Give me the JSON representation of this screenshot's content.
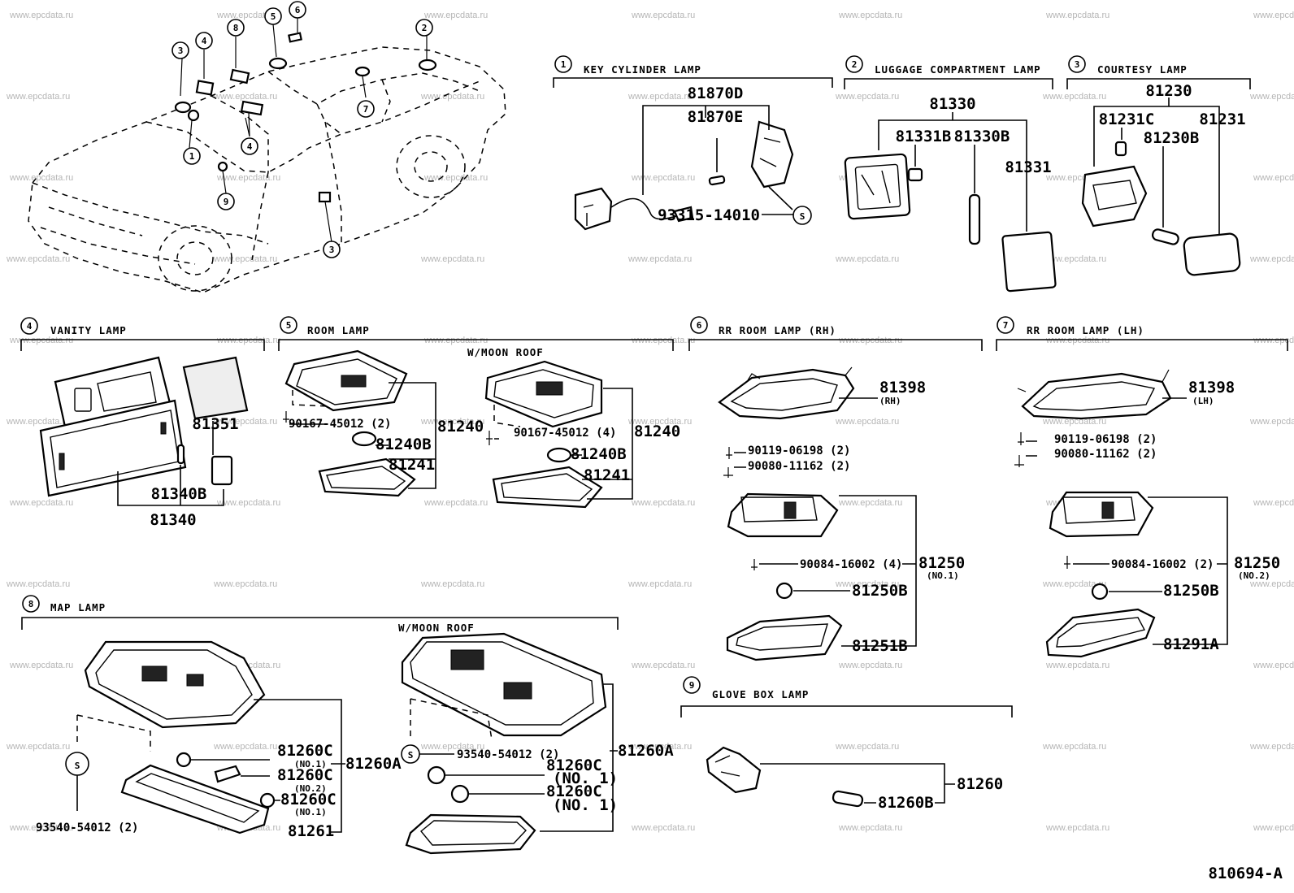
{
  "watermark": "www.epcdata.ru",
  "drawing_number": "810694-A",
  "car_callouts": [
    "1",
    "2",
    "3",
    "4",
    "5",
    "6",
    "7",
    "8",
    "9"
  ],
  "sections": {
    "s1": {
      "num": "1",
      "title": "KEY CYLINDER LAMP",
      "parts": [
        "81870D",
        "81870E",
        "93315-14010"
      ],
      "symbol": "S"
    },
    "s2": {
      "num": "2",
      "title": "LUGGAGE COMPARTMENT LAMP",
      "parts": [
        "81330",
        "81331B",
        "81330B",
        "81331"
      ]
    },
    "s3": {
      "num": "3",
      "title": "COURTESY LAMP",
      "parts": [
        "81230",
        "81231C",
        "81230B",
        "81231"
      ]
    },
    "s4": {
      "num": "4",
      "title": "VANITY LAMP",
      "parts": [
        "81351",
        "81340B",
        "81340"
      ]
    },
    "s5": {
      "num": "5",
      "title": "ROOM LAMP",
      "variant": "W/MOON ROOF",
      "parts": [
        "90167-45012 (2)",
        "81240",
        "81240B",
        "81241",
        "90167-45012 (4)",
        "81240",
        "81240B",
        "81241"
      ]
    },
    "s6": {
      "num": "6",
      "title": "RR ROOM LAMP  (RH)",
      "parts": [
        "81398",
        "(RH)",
        "90119-06198 (2)",
        "90080-11162 (2)",
        "90084-16002 (4)",
        "81250",
        "(NO.1)",
        "81250B",
        "81251B"
      ]
    },
    "s7": {
      "num": "7",
      "title": "RR ROOM LAMP  (LH)",
      "parts": [
        "81398",
        "(LH)",
        "90119-06198 (2)",
        "90080-11162 (2)",
        "90084-16002 (2)",
        "81250",
        "(NO.2)",
        "81250B",
        "81291A"
      ]
    },
    "s8": {
      "num": "8",
      "title": "MAP LAMP",
      "variant": "W/MOON ROOF",
      "symbol": "S",
      "parts": [
        "81260C",
        "(NO.1)",
        "81260C",
        "(NO.2)",
        "81260C",
        "(NO.1)",
        "81260A",
        "81261",
        "93540-54012 (2)",
        "93540-54012 (2)",
        "81260A",
        "81260C",
        "(NO. 1)",
        "81260C",
        "(NO. 1)"
      ]
    },
    "s9": {
      "num": "9",
      "title": "GLOVE BOX LAMP",
      "parts": [
        "81260",
        "81260B"
      ]
    }
  }
}
